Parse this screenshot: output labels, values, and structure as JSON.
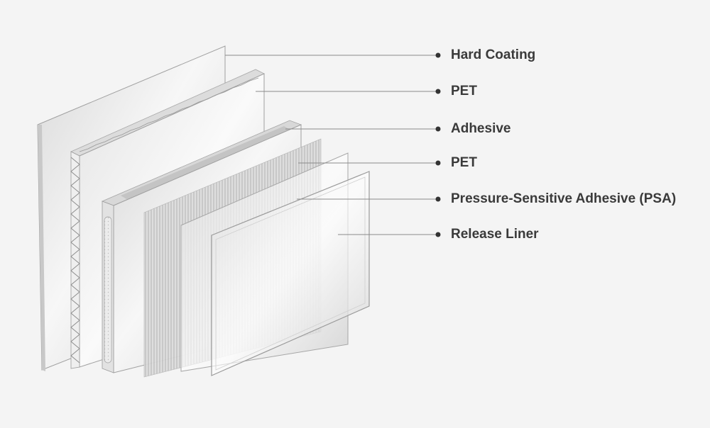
{
  "layers": [
    {
      "label": "Hard Coating"
    },
    {
      "label": "PET"
    },
    {
      "label": "Adhesive"
    },
    {
      "label": "PET"
    },
    {
      "label": "Pressure-Sensitive Adhesive (PSA)"
    },
    {
      "label": "Release Liner"
    }
  ],
  "colors": {
    "background": "#f4f4f4",
    "panel": "#e6e6e6",
    "edge": "#9a9a9a",
    "leader": "#888888",
    "bullet": "#333333",
    "text": "#3a3a3a"
  }
}
